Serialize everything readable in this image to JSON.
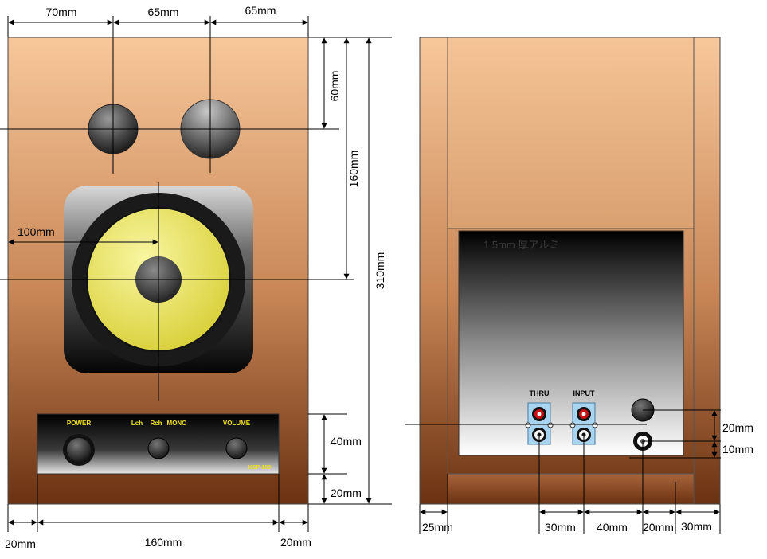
{
  "front": {
    "dimensions": {
      "top_left": "70mm",
      "top_mid": "65mm",
      "top_right": "65mm",
      "tweeter_height": "60mm",
      "woofer_height": "160mm",
      "total_height": "310mm",
      "woofer_offset": "100mm",
      "panel_height": "40mm",
      "panel_bottom": "20mm",
      "bottom_left": "20mm",
      "bottom_mid": "160mm",
      "bottom_right": "20mm"
    },
    "panel": {
      "power": "POWER",
      "lch": "Lch",
      "rch": "Rch",
      "mono": "MONO",
      "volume": "VOLUME",
      "model": "KSP-100"
    }
  },
  "rear": {
    "plate_label": "1.5mm 厚アルミ",
    "thru": "THRU",
    "input": "INPUT",
    "dimensions": {
      "jack_gap_20": "20mm",
      "jack_gap_10": "10mm",
      "b_25": "25mm",
      "b_30a": "30mm",
      "b_40": "40mm",
      "b_20": "20mm",
      "b_30b": "30mm"
    }
  },
  "colors": {
    "wood_top": "#f7c79a",
    "wood_bottom": "#6b3212",
    "cone": "#e8e45a",
    "panel_text": "#f0e020"
  }
}
